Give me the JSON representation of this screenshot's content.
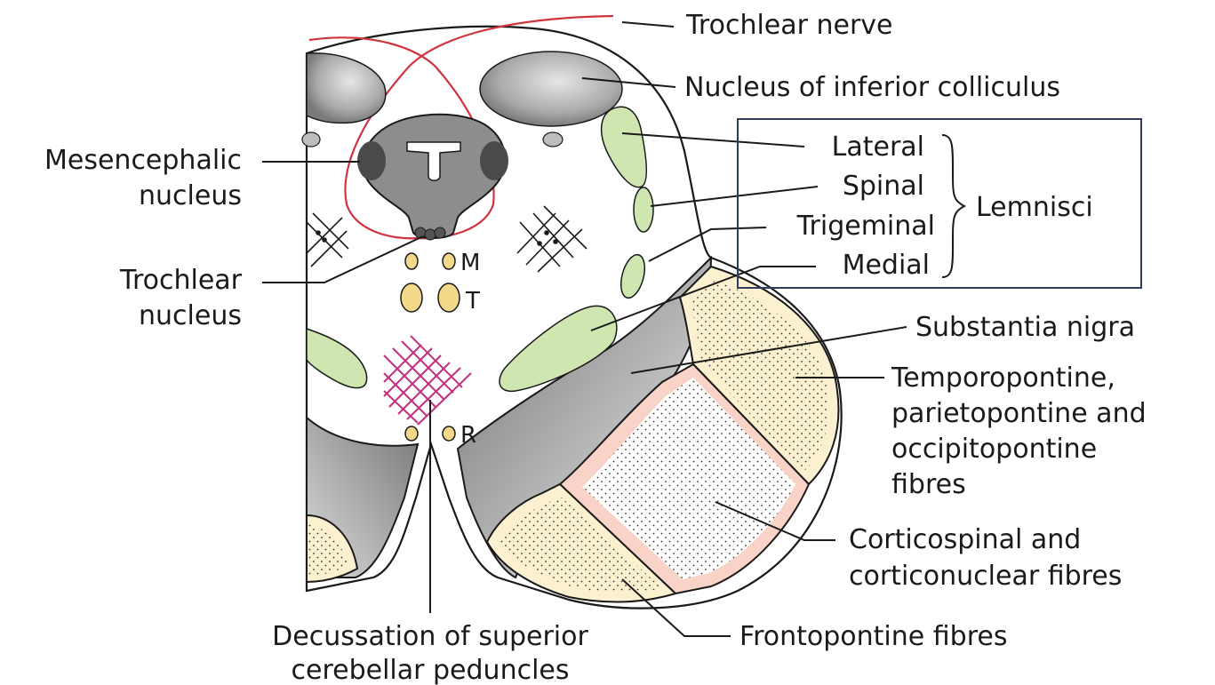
{
  "labels": {
    "trochlear_nerve": "Trochlear nerve",
    "nucleus_inferior_colliculus": "Nucleus of inferior colliculus",
    "mesencephalic_1": "Mesencephalic",
    "mesencephalic_2": "nucleus",
    "trochlear_nucleus_1": "Trochlear",
    "trochlear_nucleus_2": "nucleus",
    "lateral": "Lateral",
    "spinal": "Spinal",
    "trigeminal": "Trigeminal",
    "medial": "Medial",
    "lemnisci": "Lemnisci",
    "substantia_nigra": "Substantia nigra",
    "temporo_1": "Temporopontine,",
    "temporo_2": "parietopontine and",
    "temporo_3": "occipitopontine",
    "temporo_4": "fibres",
    "corticospinal_1": "Corticospinal and",
    "corticospinal_2": "corticonuclear fibres",
    "frontopontine": "Frontopontine fibres",
    "decussation_1": "Decussation of superior",
    "decussation_2": "cerebellar peduncles",
    "tract_m": "M",
    "tract_t": "T",
    "nucleus_r": "R"
  },
  "colors": {
    "lemniscus_green": "#cfe6b0",
    "tract_yellow": "#f5d98a",
    "fibre_cream": "#fbf0cf",
    "fibre_pink": "#f9d3c8",
    "nerve_red": "#d0353f",
    "decussation_magenta": "#c2307e",
    "grey_matter": "#8a8a8a",
    "lemnisci_box": "#2f3d5c"
  }
}
